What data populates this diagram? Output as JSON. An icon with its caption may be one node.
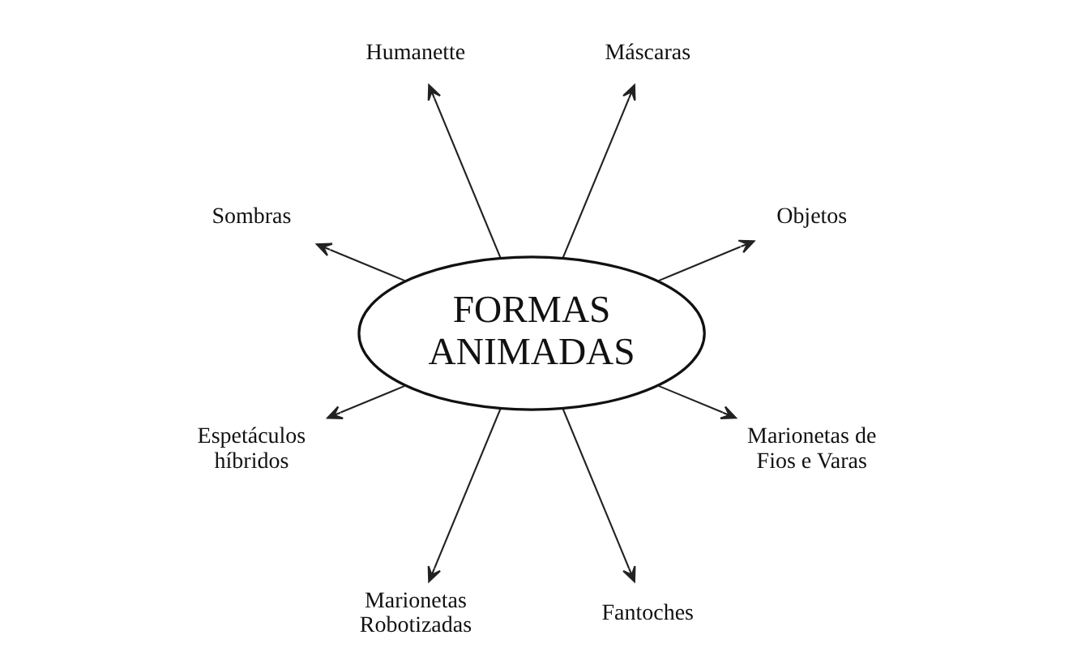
{
  "diagram": {
    "nodes": [
      {
        "text": [
          "FORMAS ANIMADAS"
        ]
      },
      {
        "text": [
          "Objetos"
        ]
      },
      {
        "text": [
          "Máscaras"
        ]
      },
      {
        "text": [
          "Humanette"
        ]
      },
      {
        "text": [
          "Sombras"
        ]
      },
      {
        "text": [
          "Espetáculos híbridos"
        ]
      },
      {
        "text": [
          "Marionetas Robotizadas"
        ]
      },
      {
        "text": [
          "Fantoches"
        ]
      },
      {
        "text": [
          "Marionetas de Fios e Varas"
        ]
      }
    ],
    "edges": [
      {
        "from": 0,
        "to": 1,
        "arrow": "to"
      },
      {
        "from": 0,
        "to": 2,
        "arrow": "to"
      },
      {
        "from": 0,
        "to": 3,
        "arrow": "to"
      },
      {
        "from": 0,
        "to": 4,
        "arrow": "to"
      },
      {
        "from": 0,
        "to": 5,
        "arrow": "to"
      },
      {
        "from": 0,
        "to": 6,
        "arrow": "to"
      },
      {
        "from": 0,
        "to": 7,
        "arrow": "to"
      },
      {
        "from": 0,
        "to": 8,
        "arrow": "to"
      }
    ]
  }
}
